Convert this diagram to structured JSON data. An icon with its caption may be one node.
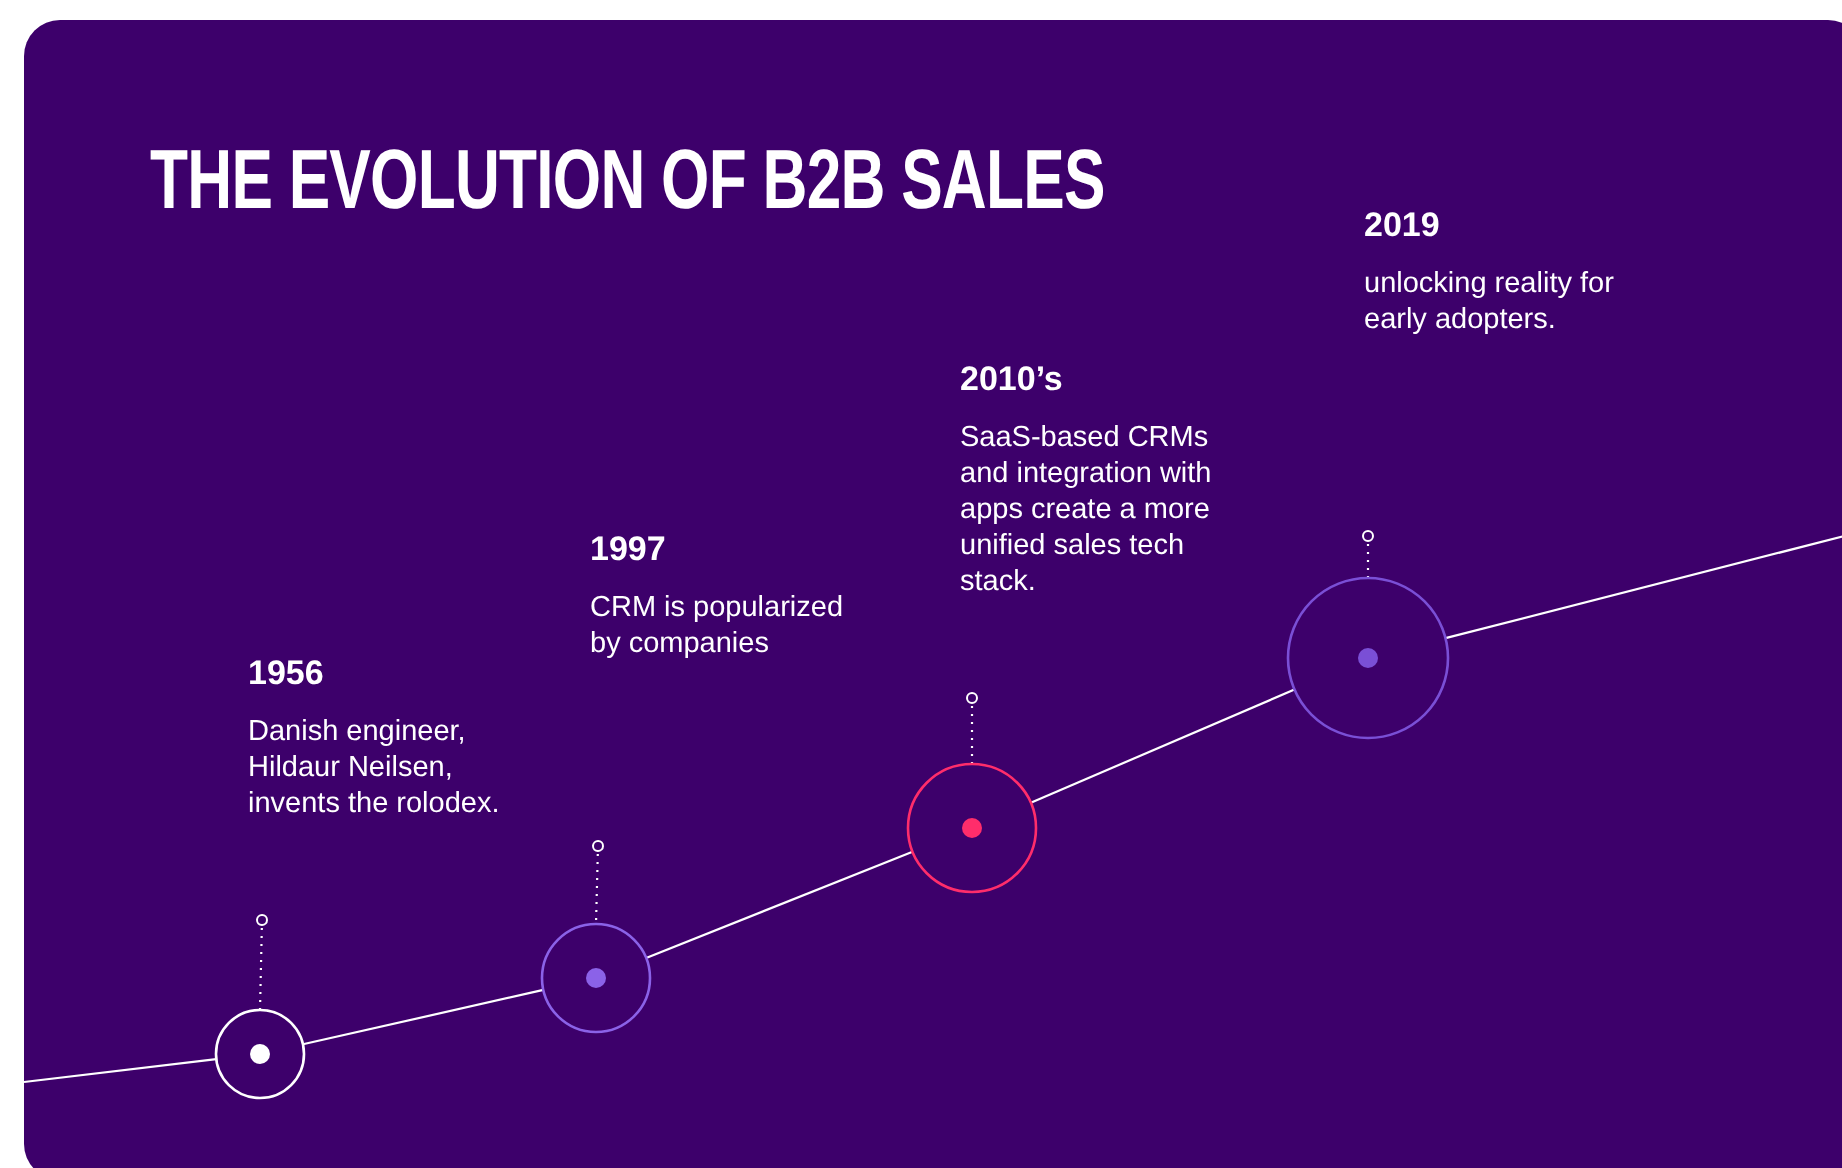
{
  "diagram": {
    "title": "THE EVOLUTION OF B2B SALES",
    "nodes": [
      {
        "text": [
          "1956",
          "Danish engineer, Hildaur Neilsen, invents the rolodex."
        ]
      },
      {
        "text": [],
        "shape": "circle"
      },
      {
        "text": [
          "1997",
          "CRM is popularized by companies"
        ]
      },
      {
        "text": [],
        "shape": "circle"
      },
      {
        "text": [
          "2010’s",
          "SaaS-based CRMs and integration with apps create a more unified sales tech stack."
        ]
      },
      {
        "text": [],
        "shape": "circle"
      },
      {
        "text": [
          "2019",
          "unlocking reality for early adopters."
        ]
      },
      {
        "text": [],
        "shape": "circle"
      }
    ],
    "edges": [
      {
        "from": null,
        "to": 1,
        "arrow": "other",
        "style": "dashed"
      },
      {
        "from": null,
        "to": 3,
        "arrow": "other",
        "style": "dashed"
      },
      {
        "from": null,
        "to": 5,
        "arrow": "other",
        "style": "dashed"
      },
      {
        "from": null,
        "to": 7,
        "arrow": "other",
        "style": "dashed"
      },
      {
        "from": null,
        "to": 1,
        "arrow": "none"
      },
      {
        "from": 1,
        "to": 3,
        "arrow": "none"
      },
      {
        "from": 3,
        "to": 5,
        "arrow": "none"
      },
      {
        "from": 5,
        "to": 7,
        "arrow": "none"
      },
      {
        "from": 7,
        "to": null,
        "arrow": "none"
      }
    ]
  }
}
